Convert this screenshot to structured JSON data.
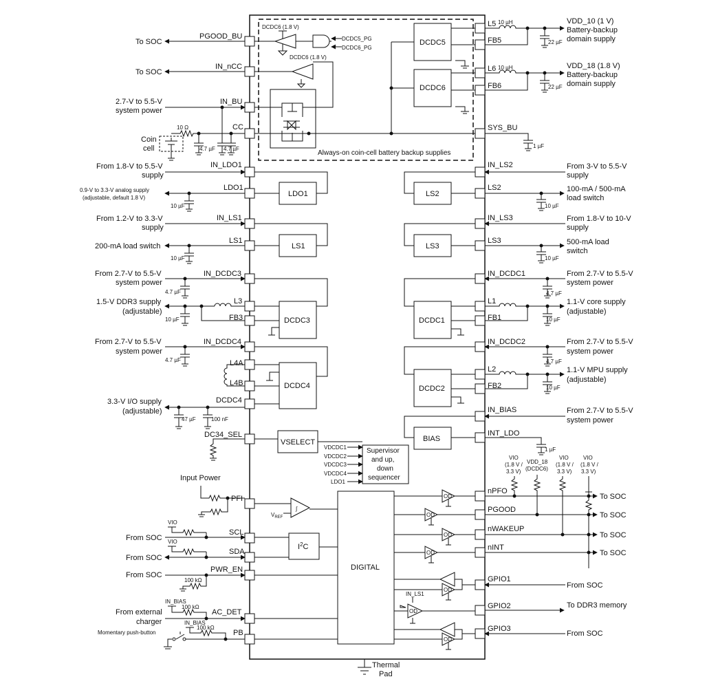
{
  "pins_left": {
    "pgood_bu": "PGOOD_BU",
    "in_ncc": "IN_nCC",
    "in_bu": "IN_BU",
    "cc": "CC",
    "in_ldo1": "IN_LDO1",
    "ldo1": "LDO1",
    "in_ls1": "IN_LS1",
    "ls1": "LS1",
    "in_dcdc3": "IN_DCDC3",
    "l3": "L3",
    "fb3": "FB3",
    "in_dcdc4": "IN_DCDC4",
    "l4a": "L4A",
    "l4b": "L4B",
    "dcdc4": "DCDC4",
    "dc34_sel": "DC34_SEL",
    "pfi": "PFI",
    "scl": "SCL",
    "sda": "SDA",
    "pwr_en": "PWR_EN",
    "ac_det": "AC_DET",
    "pb": "PB"
  },
  "pins_right": {
    "l5": "L5",
    "fb5": "FB5",
    "l6": "L6",
    "fb6": "FB6",
    "sys_bu": "SYS_BU",
    "in_ls2": "IN_LS2",
    "ls2": "LS2",
    "in_ls3": "IN_LS3",
    "ls3": "LS3",
    "in_dcdc1": "IN_DCDC1",
    "l1": "L1",
    "fb1": "FB1",
    "in_dcdc2": "IN_DCDC2",
    "l2": "L2",
    "fb2": "FB2",
    "in_bias": "IN_BIAS",
    "int_ldo": "INT_LDO",
    "npfo": "nPFO",
    "pgood": "PGOOD",
    "nwakeup": "nWAKEUP",
    "nint": "nINT",
    "gpio1": "GPIO1",
    "gpio2": "GPIO2",
    "gpio3": "GPIO3"
  },
  "blocks": {
    "dcdc5": "DCDC5",
    "dcdc6": "DCDC6",
    "ldo1": "LDO1",
    "ls1": "LS1",
    "ls2": "LS2",
    "ls3": "LS3",
    "dcdc3": "DCDC3",
    "dcdc4": "DCDC4",
    "dcdc1": "DCDC1",
    "dcdc2": "DCDC2",
    "bias": "BIAS",
    "vselect": "VSELECT",
    "digital": "DIGITAL",
    "i2c": "I",
    "i2c_sup": "2",
    "i2c_tail": "C",
    "supervisor": [
      "Supervisor",
      "and up,",
      "down",
      "sequencer"
    ],
    "backup_caption": "Always-on coin-cell battery backup supplies",
    "dcdc6_label_a": "DCDC6 (1.8 V)",
    "dcdc6_label_b": "DCDC6 (1.8 V)",
    "dcdc5_pg": "DCDC5_PG",
    "dcdc6_pg": "DCDC6_PG",
    "thermal": [
      "Thermal",
      "Pad"
    ]
  },
  "left_labels": {
    "to_soc_1": "To SOC",
    "to_soc_2": "To SOC",
    "sys_power_1": [
      "2.7-V to 5.5-V",
      "system power"
    ],
    "coin_cell": [
      "Coin",
      "cell"
    ],
    "r_10ohm": "10 Ω",
    "c_47a": "4.7 µF",
    "c_47b": "4.7 µF",
    "ldo_in": [
      "From 1.8-V to 5.5-V",
      "supply"
    ],
    "analog_supply": [
      "0.9-V to 3.3-V analog supply",
      "(adjustable, default 1.8 V)"
    ],
    "c_10_ldo": "10 µF",
    "ls1_in": [
      "From 1.2-V to 3.3-V",
      "supply"
    ],
    "ls1_out": "200-mA load switch",
    "c_10_ls1": "10 µF",
    "sys_power_3": [
      "From 2.7-V to 5.5-V",
      "system power"
    ],
    "c_47_d3": "4.7 µF",
    "ddr3": [
      "1.5-V DDR3 supply",
      "(adjustable)"
    ],
    "c_10_d3": "10 µF",
    "sys_power_4": [
      "From 2.7-V to 5.5-V",
      "system power"
    ],
    "c_47_d4": "4.7 µF",
    "io_supply": [
      "3.3-V I/O supply",
      "(adjustable)"
    ],
    "c_47uf": "47 µF",
    "c_100nf": "100 nF",
    "input_power": "Input Power",
    "vio_scl": "VIO",
    "from_soc_scl": "From SOC",
    "vio_sda": "VIO",
    "from_soc_sda": "From SOC",
    "from_soc_en": "From SOC",
    "r_100k_a": "100 kΩ",
    "in_bias_a": "IN_BIAS",
    "r_100k_b": "100 kΩ",
    "ext_charger": [
      "From external",
      "charger"
    ],
    "in_bias_b": "IN_BIAS",
    "r_100k_c": "100 kΩ",
    "push_button": "Momentary push-button",
    "vref": "V",
    "vref_sub": "REF"
  },
  "right_labels": {
    "l5_ind": "10 µH",
    "vdd10": [
      "VDD_10 (1 V)",
      "Battery-backup",
      "domain supply"
    ],
    "c_22a": "22 µF",
    "l6_ind": "10 µH",
    "vdd18": [
      "VDD_18 (1.8 V)",
      "Battery-backup",
      "domain supply"
    ],
    "c_22b": "22 µF",
    "c_1_sys": "1 µF",
    "ls2_in": [
      "From 3-V to 5.5-V",
      "supply"
    ],
    "ls2_out": [
      "100-mA / 500-mA",
      "load switch"
    ],
    "c_10_ls2": "10 µF",
    "ls3_in": [
      "From 1.8-V to 10-V",
      "supply"
    ],
    "ls3_out": [
      "500-mA load",
      "switch"
    ],
    "c_10_ls3": "10 µF",
    "sys_power_d1": [
      "From 2.7-V to 5.5-V",
      "system power"
    ],
    "c_47_d1": "4.7 µF",
    "core": [
      "1.1-V core supply",
      "(adjustable)"
    ],
    "c_10_d1": "10 µF",
    "sys_power_d2": [
      "From 2.7-V to 5.5-V",
      "system power"
    ],
    "c_47_d2": "4.7 µF",
    "mpu": [
      "1.1-V MPU supply",
      "(adjustable)"
    ],
    "c_10_d2": "10 µF",
    "sys_power_bias": [
      "From 2.7-V to 5.5-V",
      "system power"
    ],
    "c_1_ldo": "1 µF",
    "vio_a": [
      "VIO",
      "(1.8 V /",
      "3.3 V)"
    ],
    "vdd18_dcdc6": [
      "VDD_18",
      "(DCDC6)"
    ],
    "vio_b": [
      "VIO",
      "(1.8 V /",
      "3.3 V)"
    ],
    "vio_c": [
      "VIO",
      "(1.8 V /",
      "3.3 V)"
    ],
    "to_soc_a": "To SOC",
    "to_soc_b": "To SOC",
    "to_soc_c": "To SOC",
    "to_soc_d": "To SOC",
    "from_soc_g1": "From SOC",
    "ddr3_mem": "To DDR3 memory",
    "from_soc_g3": "From SOC",
    "in_ls1_buf": "IN_LS1",
    "od": "OD"
  },
  "sequencer_inputs": [
    "VDCDC1",
    "VDCDC2",
    "VDCDC3",
    "VDCDC4",
    "LDO1"
  ]
}
